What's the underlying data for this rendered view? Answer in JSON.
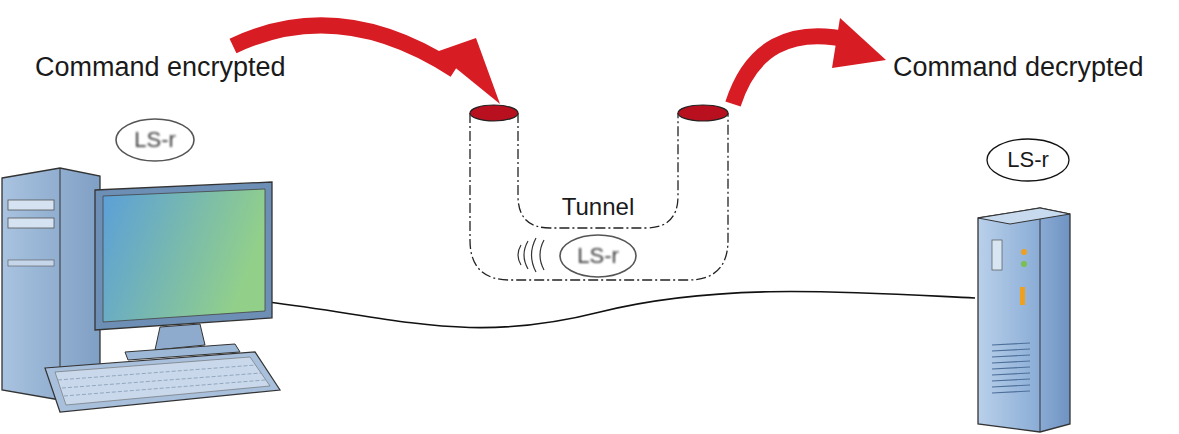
{
  "diagram": {
    "nodes": [
      {
        "text": [
          "LS-r"
        ]
      },
      {
        "text": [
          "LS-r"
        ]
      },
      {
        "text": [
          "LS-r"
        ]
      }
    ],
    "labels": [
      "Command encrypted",
      "Command decrypted",
      "Tunnel"
    ]
  }
}
